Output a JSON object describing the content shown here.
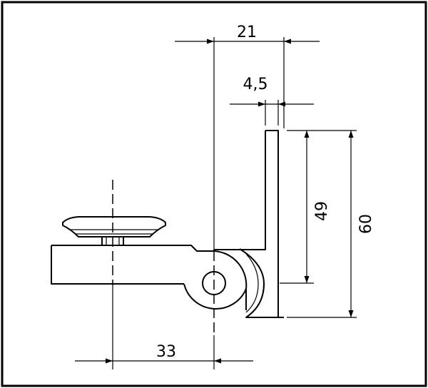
{
  "drawing": {
    "dimensions": {
      "top_width": "21",
      "plate_thickness": "4,5",
      "inner_height": "49",
      "total_height": "60",
      "offset": "33"
    },
    "colors": {
      "line": "#000000",
      "background": "#ffffff"
    }
  }
}
